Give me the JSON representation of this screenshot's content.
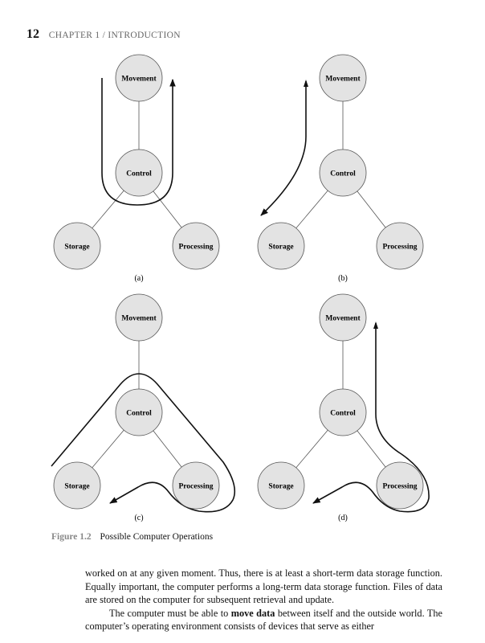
{
  "header": {
    "page_number": "12",
    "running_head": "CHAPTER 1 / INTRODUCTION"
  },
  "figure": {
    "nodes": {
      "movement": "Movement",
      "control": "Control",
      "storage": "Storage",
      "processing": "Processing"
    },
    "panels": [
      "(a)",
      "(b)",
      "(c)",
      "(d)"
    ],
    "caption_label": "Figure 1.2",
    "caption_text": "Possible Computer Operations"
  },
  "body": {
    "p1": "worked on at any given moment. Thus, there is at least a short-term data storage function. Equally important, the computer performs a long-term data storage function. Files of data are stored on the computer for subsequent retrieval and update.",
    "p2_before": "The computer must be able to ",
    "p2_bold": "move data",
    "p2_after": " between itself and the outside world. The computer’s operating environment consists of devices that serve as either"
  }
}
